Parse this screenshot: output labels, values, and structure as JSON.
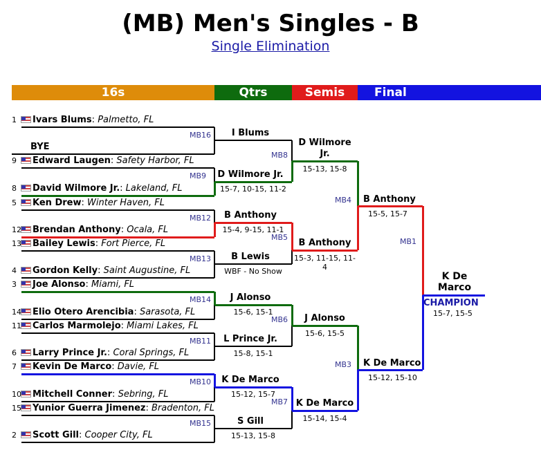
{
  "title": "(MB) Men's Singles - B",
  "subtitle": "Single Elimination",
  "rounds": [
    {
      "label": "16s",
      "color": "#de8c0a"
    },
    {
      "label": "Qtrs",
      "color": "#0e6b0e"
    },
    {
      "label": "Semis",
      "color": "#e01b1b"
    },
    {
      "label": "Final",
      "color": "#1313e0"
    }
  ],
  "players": [
    {
      "seed": "1",
      "name": "Ivars Blums",
      "loc": "Palmetto, FL"
    },
    {
      "seed": "",
      "name": "BYE",
      "loc": ""
    },
    {
      "seed": "9",
      "name": "Edward Laugen",
      "loc": "Safety Harbor, FL"
    },
    {
      "seed": "8",
      "name": "David Wilmore Jr.",
      "loc": "Lakeland, FL"
    },
    {
      "seed": "5",
      "name": "Ken Drew",
      "loc": "Winter Haven, FL"
    },
    {
      "seed": "12",
      "name": "Brendan Anthony",
      "loc": "Ocala, FL"
    },
    {
      "seed": "13",
      "name": "Bailey Lewis",
      "loc": "Fort Pierce, FL"
    },
    {
      "seed": "4",
      "name": "Gordon Kelly",
      "loc": "Saint Augustine, FL"
    },
    {
      "seed": "3",
      "name": "Joe Alonso",
      "loc": "Miami, FL"
    },
    {
      "seed": "14",
      "name": "Elio Otero Arencibia",
      "loc": "Sarasota, FL"
    },
    {
      "seed": "11",
      "name": "Carlos Marmolejo",
      "loc": "Miami Lakes, FL"
    },
    {
      "seed": "6",
      "name": "Larry Prince Jr.",
      "loc": "Coral Springs, FL"
    },
    {
      "seed": "7",
      "name": "Kevin De Marco",
      "loc": "Davie, FL"
    },
    {
      "seed": "10",
      "name": "Mitchell Conner",
      "loc": "Sebring, FL"
    },
    {
      "seed": "15",
      "name": "Yunior Guerra Jimenez",
      "loc": "Bradenton, FL"
    },
    {
      "seed": "2",
      "name": "Scott Gill",
      "loc": "Cooper City, FL"
    }
  ],
  "r16_matches": [
    "MB16",
    "MB9",
    "MB12",
    "MB13",
    "MB14",
    "MB11",
    "MB10",
    "MB15"
  ],
  "qtr_winners": [
    {
      "name": "I Blums",
      "score": ""
    },
    {
      "name": "D Wilmore Jr.",
      "score": "15-7, 10-15, 11-2"
    },
    {
      "name": "B Anthony",
      "score": "15-4, 9-15, 11-1"
    },
    {
      "name": "B Lewis",
      "score": "WBF - No Show"
    },
    {
      "name": "J Alonso",
      "score": "15-6, 15-1"
    },
    {
      "name": "L Prince Jr.",
      "score": "15-8, 15-1"
    },
    {
      "name": "K De Marco",
      "score": "15-12, 15-7"
    },
    {
      "name": "S Gill",
      "score": "15-13, 15-8"
    }
  ],
  "qtr_matches": [
    "MB8",
    "MB5",
    "MB6",
    "MB7"
  ],
  "semi_winners": [
    {
      "name": "D Wilmore Jr.",
      "score": "15-13, 15-8"
    },
    {
      "name": "B Anthony",
      "score": "15-3, 11-15, 11-4"
    },
    {
      "name": "J Alonso",
      "score": "15-6, 15-5"
    },
    {
      "name": "K De Marco",
      "score": "15-14, 15-4"
    }
  ],
  "semi_matches": [
    "MB4",
    "MB3"
  ],
  "final_winners": [
    {
      "name": "B Anthony",
      "score": "15-5, 15-7"
    },
    {
      "name": "K De Marco",
      "score": "15-12, 15-10"
    }
  ],
  "final_match": "MB1",
  "champion": {
    "name": "K De Marco",
    "label": "CHAMPION",
    "score": "15-7, 15-5"
  }
}
